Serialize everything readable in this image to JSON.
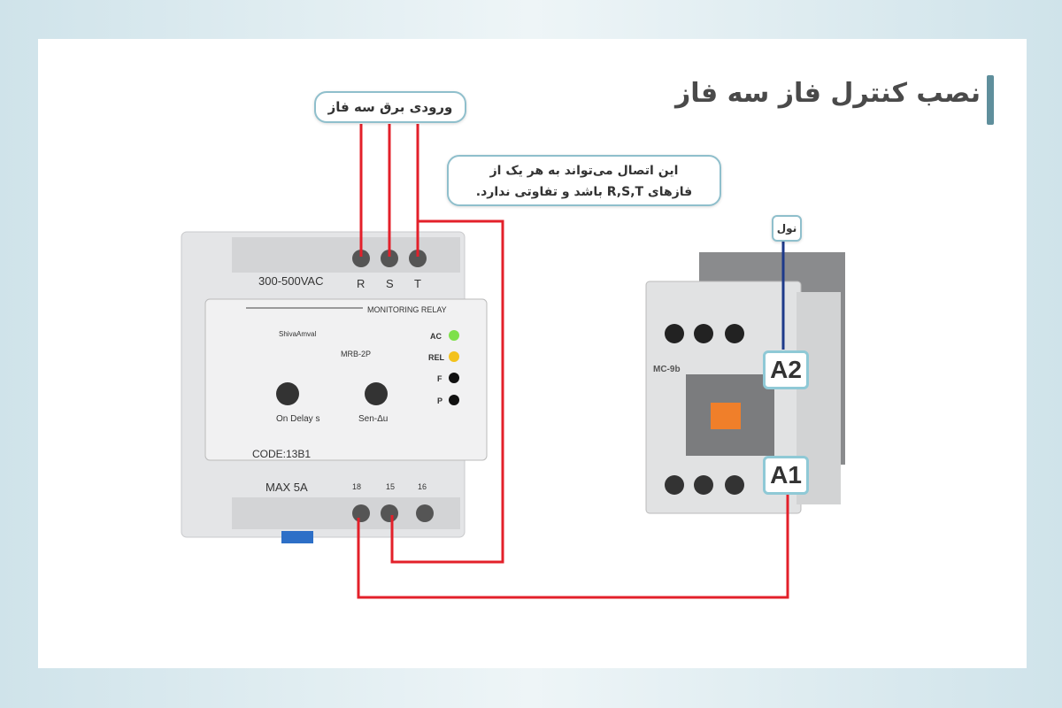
{
  "title": "نصب کنترل فاز سه فاز",
  "input_label": "ورودی برق سه فاز",
  "note": {
    "line1": "این اتصال می‌تواند به هر یک از",
    "line2": "فازهای R,S,T باشد و تفاوتی ندارد."
  },
  "neutral_label": "نول",
  "relay": {
    "voltage": "300-500VAC",
    "terminals_top": [
      "R",
      "S",
      "T"
    ],
    "header": "MONITORING RELAY",
    "brand": "ShivaAmval",
    "model": "MRB-2P",
    "leds": [
      {
        "label": "AC",
        "color": "#7ee04a"
      },
      {
        "label": "REL",
        "color": "#f3c21c"
      },
      {
        "label": "F",
        "color": "#111111"
      },
      {
        "label": "P",
        "color": "#111111"
      }
    ],
    "knob1": "On Delay s",
    "knob2": "Sen-Δu",
    "code": "CODE:13B1",
    "max": "MAX 5A",
    "terminals_bottom": [
      "18",
      "15",
      "16"
    ]
  },
  "contactor": {
    "model": "MC-9b",
    "coil_top": "A2",
    "coil_bottom": "A1"
  },
  "colors": {
    "wire_phase": "#e3202a",
    "wire_neutral": "#1d3a8a",
    "accent": "#5f8f9c"
  }
}
